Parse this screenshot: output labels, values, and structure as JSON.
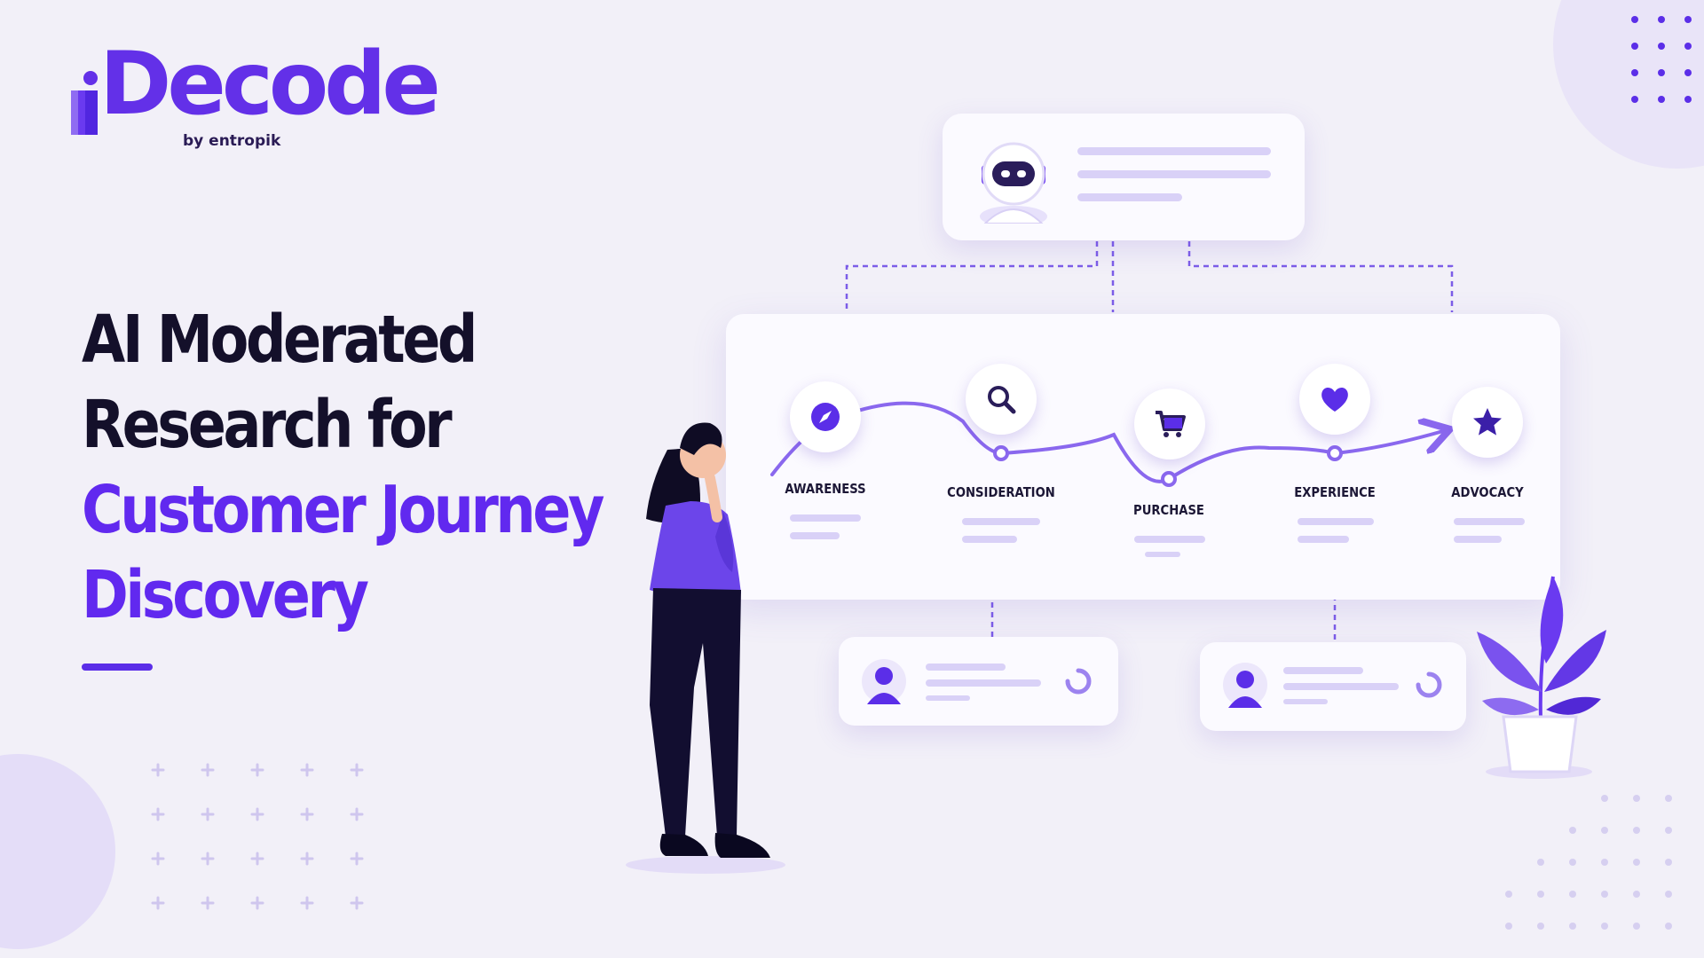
{
  "logo": {
    "name": "Decode",
    "byline": "by entropik"
  },
  "headline": {
    "line1": "AI Moderated",
    "line2": "Research for",
    "line3": "Customer Journey",
    "line4": "Discovery"
  },
  "journey": {
    "stages": [
      {
        "label": "AWARENESS",
        "icon": "compass-icon"
      },
      {
        "label": "CONSIDERATION",
        "icon": "search-icon"
      },
      {
        "label": "PURCHASE",
        "icon": "cart-icon"
      },
      {
        "label": "EXPERIENCE",
        "icon": "heart-icon"
      },
      {
        "label": "ADVOCACY",
        "icon": "star-icon"
      }
    ]
  },
  "colors": {
    "accent": "#6129ef",
    "dark": "#14102a",
    "background": "#f2f0f8",
    "lavender": "#d9d1f7"
  }
}
